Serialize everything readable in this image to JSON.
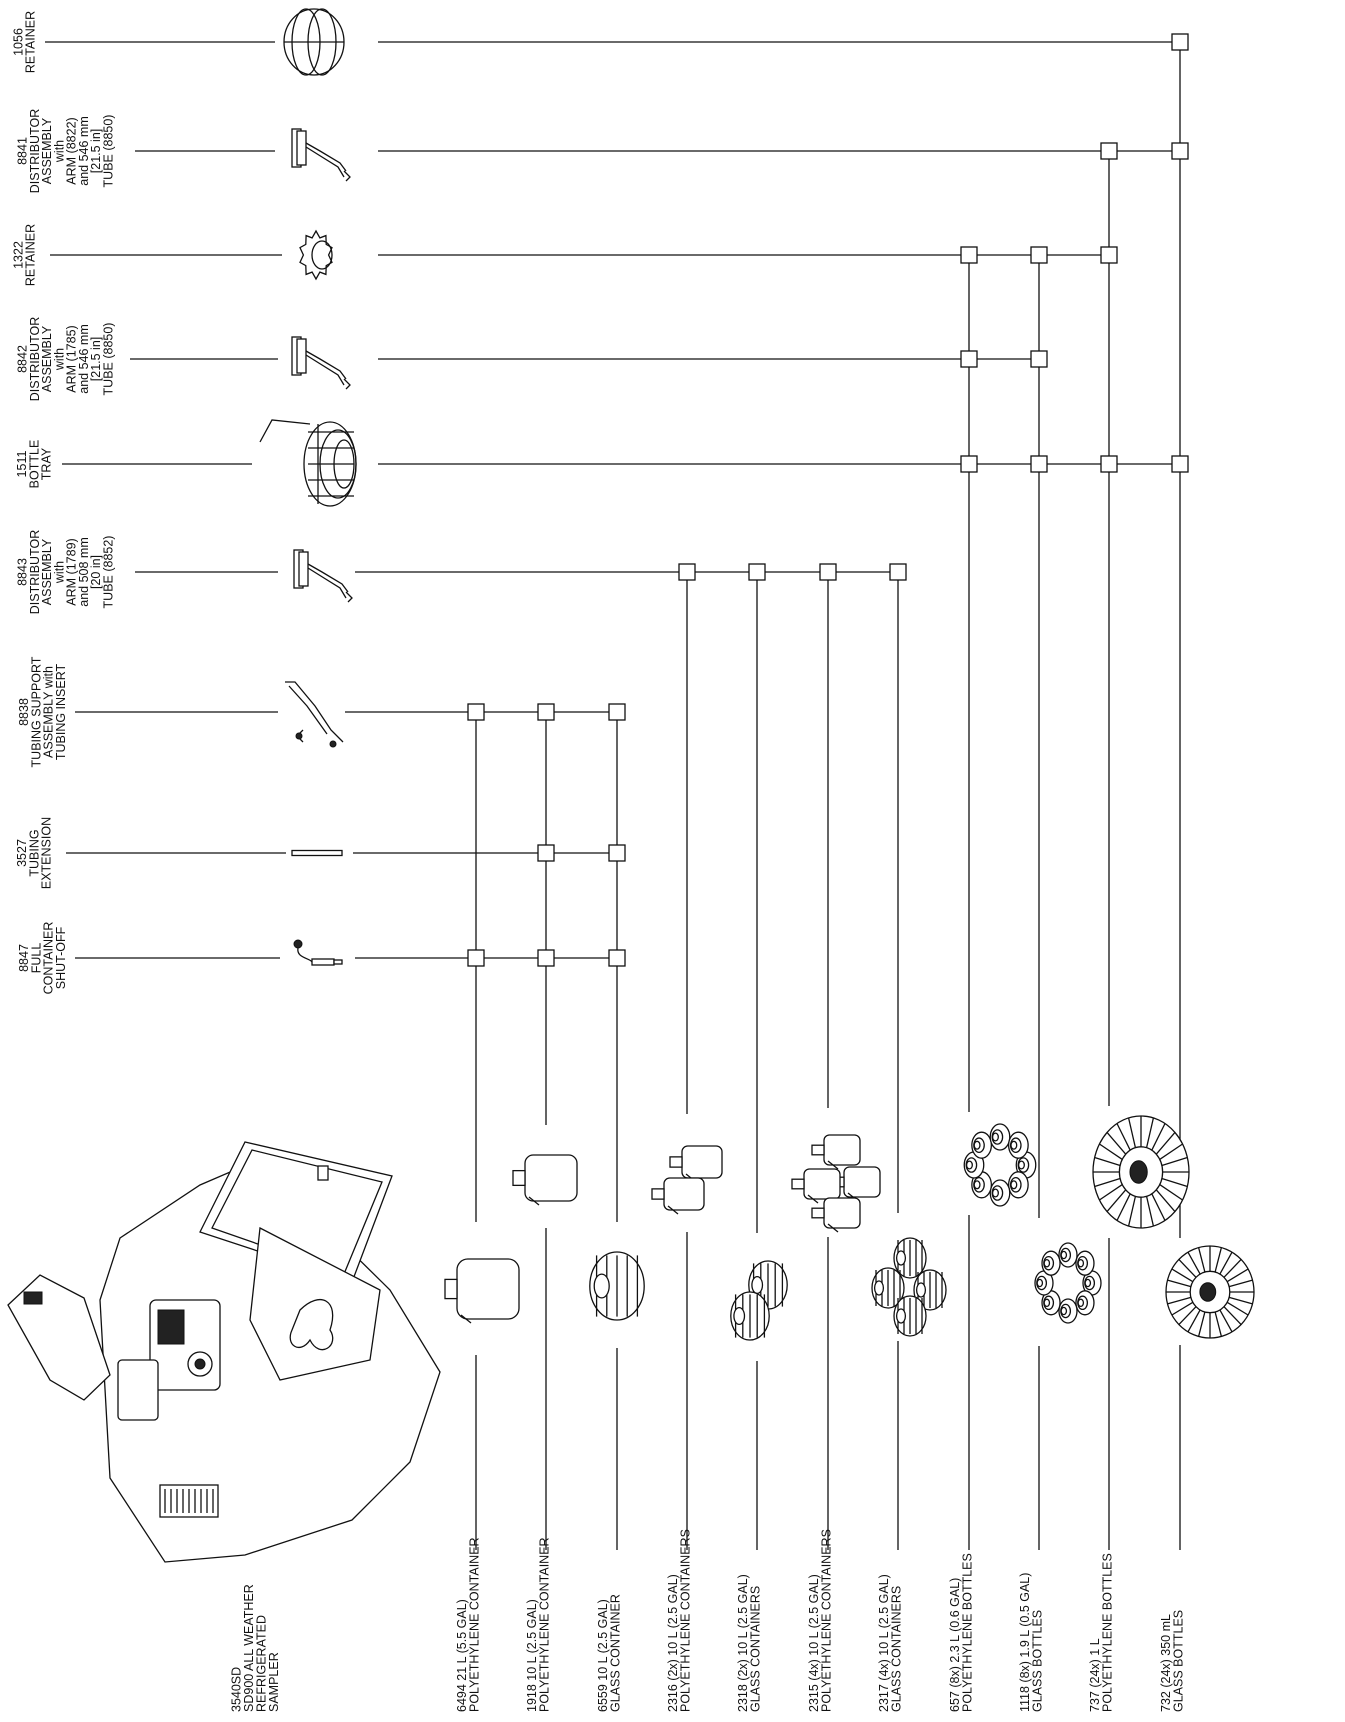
{
  "accessories": [
    {
      "id": "1056",
      "label": [
        "1056",
        "RETAINER"
      ]
    },
    {
      "id": "8841",
      "label": [
        "8841",
        "DISTRIBUTOR",
        "ASSEMBLY",
        "with",
        "ARM (8822)",
        "and 546 mm",
        "[21.5 in]",
        "TUBE (8850)"
      ]
    },
    {
      "id": "1322",
      "label": [
        "1322",
        "RETAINER"
      ]
    },
    {
      "id": "8842",
      "label": [
        "8842",
        "DISTRIBUTOR",
        "ASSEMBLY",
        "with",
        "ARM (1785)",
        "and 546 mm",
        "[21.5 in]",
        "TUBE (8850)"
      ]
    },
    {
      "id": "1511",
      "label": [
        "1511",
        "BOTTLE",
        "TRAY"
      ]
    },
    {
      "id": "8843",
      "label": [
        "8843",
        "DISTRIBUTOR",
        "ASSEMBLY",
        "with",
        "ARM (1789)",
        "and 508 mm",
        "[20 in]",
        "TUBE (8852)"
      ]
    },
    {
      "id": "8838",
      "label": [
        "8838",
        "TUBING SUPPORT",
        "ASSEMBLY with",
        "TUBING INSERT"
      ]
    },
    {
      "id": "3527",
      "label": [
        "3527",
        "TUBING",
        "EXTENSION"
      ]
    },
    {
      "id": "8847",
      "label": [
        "8847",
        "FULL",
        "CONTAINER",
        "SHUT-OFF"
      ]
    }
  ],
  "sampler": {
    "label": [
      "3540SD",
      "SD900 ALL WEATHER",
      "REFRIGERATED",
      "SAMPLER"
    ]
  },
  "containers": [
    {
      "id": "6494",
      "label": [
        "6494  21 L (5.5 GAL)",
        "POLYETHYLENE CONTAINER"
      ]
    },
    {
      "id": "1918",
      "label": [
        "1918  10 L (2.5 GAL)",
        "POLYETHYLENE CONTAINER"
      ]
    },
    {
      "id": "6559",
      "label": [
        "6559  10 L (2.5 GAL)",
        "GLASS CONTAINER"
      ]
    },
    {
      "id": "2316",
      "label": [
        "2316 (2x) 10 L (2.5 GAL)",
        "POLYETHYLENE CONTAINERS"
      ]
    },
    {
      "id": "2318",
      "label": [
        "2318 (2x) 10 L (2.5 GAL)",
        "GLASS CONTAINERS"
      ]
    },
    {
      "id": "2315",
      "label": [
        "2315 (4x) 10 L (2.5 GAL)",
        "POLYETHYLENE CONTAINERS"
      ]
    },
    {
      "id": "2317",
      "label": [
        "2317 (4x) 10 L (2.5 GAL)",
        "GLASS CONTAINERS"
      ]
    },
    {
      "id": "657",
      "label": [
        "657 (8x) 2.3 L (0.6 GAL)",
        "POLYETHYLENE BOTTLES"
      ]
    },
    {
      "id": "1118",
      "label": [
        "1118 (8x) 1.9 L (0.5 GAL)",
        "GLASS BOTTLES"
      ]
    },
    {
      "id": "737",
      "label": [
        "737 (24x) 1 L",
        "POLYETHYLENE BOTTLES"
      ]
    },
    {
      "id": "732",
      "label": [
        "732 (24x) 350 mL",
        "GLASS BOTTLES"
      ]
    }
  ],
  "compatibility": {
    "1056": [
      "732"
    ],
    "8841": [
      "737",
      "732"
    ],
    "1322": [
      "657",
      "1118",
      "737"
    ],
    "8842": [
      "657",
      "1118"
    ],
    "1511": [
      "657",
      "1118",
      "737",
      "732"
    ],
    "8843": [
      "2316",
      "2318",
      "2315",
      "2317"
    ],
    "8838": [
      "6494",
      "1918",
      "6559"
    ],
    "3527": [
      "1918",
      "6559"
    ],
    "8847": [
      "6494",
      "1918",
      "6559"
    ]
  },
  "icons": {
    "1056": "retainer-ring-icon",
    "8841": "distributor-arm-icon",
    "1322": "retainer-star-icon",
    "8842": "distributor-arm-icon",
    "1511": "bottle-tray-icon",
    "8843": "distributor-arm-icon",
    "8838": "tubing-support-icon",
    "3527": "tubing-extension-icon",
    "8847": "shutoff-probe-icon"
  }
}
